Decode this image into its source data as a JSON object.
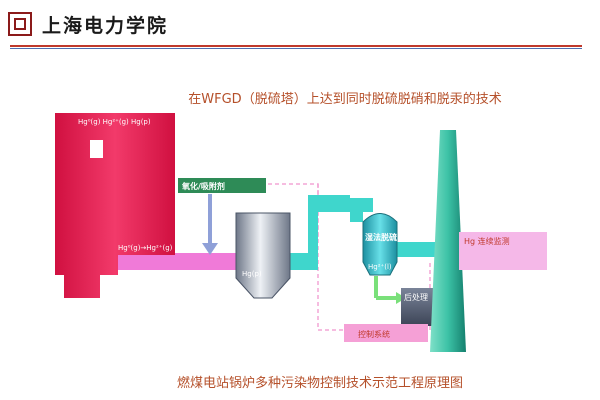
{
  "header": {
    "logo_icon": "seal-logo-icon",
    "school_name": "上海电力学院"
  },
  "slide": {
    "title": "在WFGD（脱硫塔）上达到同时脱硫脱硝和脱汞的技术",
    "caption": "燃煤电站锅炉多种污染物控制技术示范工程原理图"
  },
  "diagram": {
    "boiler_label": "Hg⁰(g)  Hg²⁺(g)  Hg(p)",
    "flue_label": "Hg⁰(g)→Hg²⁺(g)",
    "oxidizer_label": "氧化/吸附剂",
    "collector_label": "Hg(p)",
    "absorber_label": "湿法脱硫",
    "absorber_sub_label": "Hg²⁺(l)",
    "adsorbent_label": "Hg 连续监测",
    "post_label": "后处理",
    "control_label": "控制系统"
  },
  "colors": {
    "boiler": "#e8184a",
    "flue": "#f26ad0",
    "oxidizer": "#2e8b57",
    "duct": "#3fd6cc",
    "hopper": "#8c96a6",
    "stack": "#2fb39a",
    "post": "#5a6478",
    "accent": "#c0392b"
  }
}
